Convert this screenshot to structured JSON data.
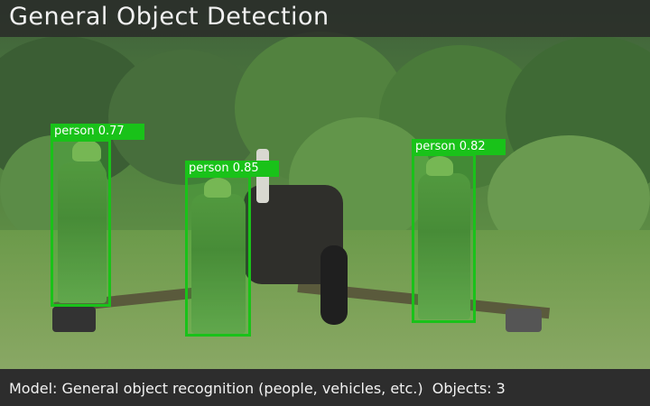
{
  "header": {
    "title": "General Object Detection"
  },
  "detections": [
    {
      "label": "person 0.77"
    },
    {
      "label": "person 0.85"
    },
    {
      "label": "person 0.82"
    }
  ],
  "status": {
    "model_text": "Model: General object recognition (people, vehicles, etc.)",
    "objects_text": "Objects: 3"
  },
  "colors": {
    "box": "#19c219",
    "bar_background": "#2d2d2d",
    "text": "#f2f2f2"
  }
}
